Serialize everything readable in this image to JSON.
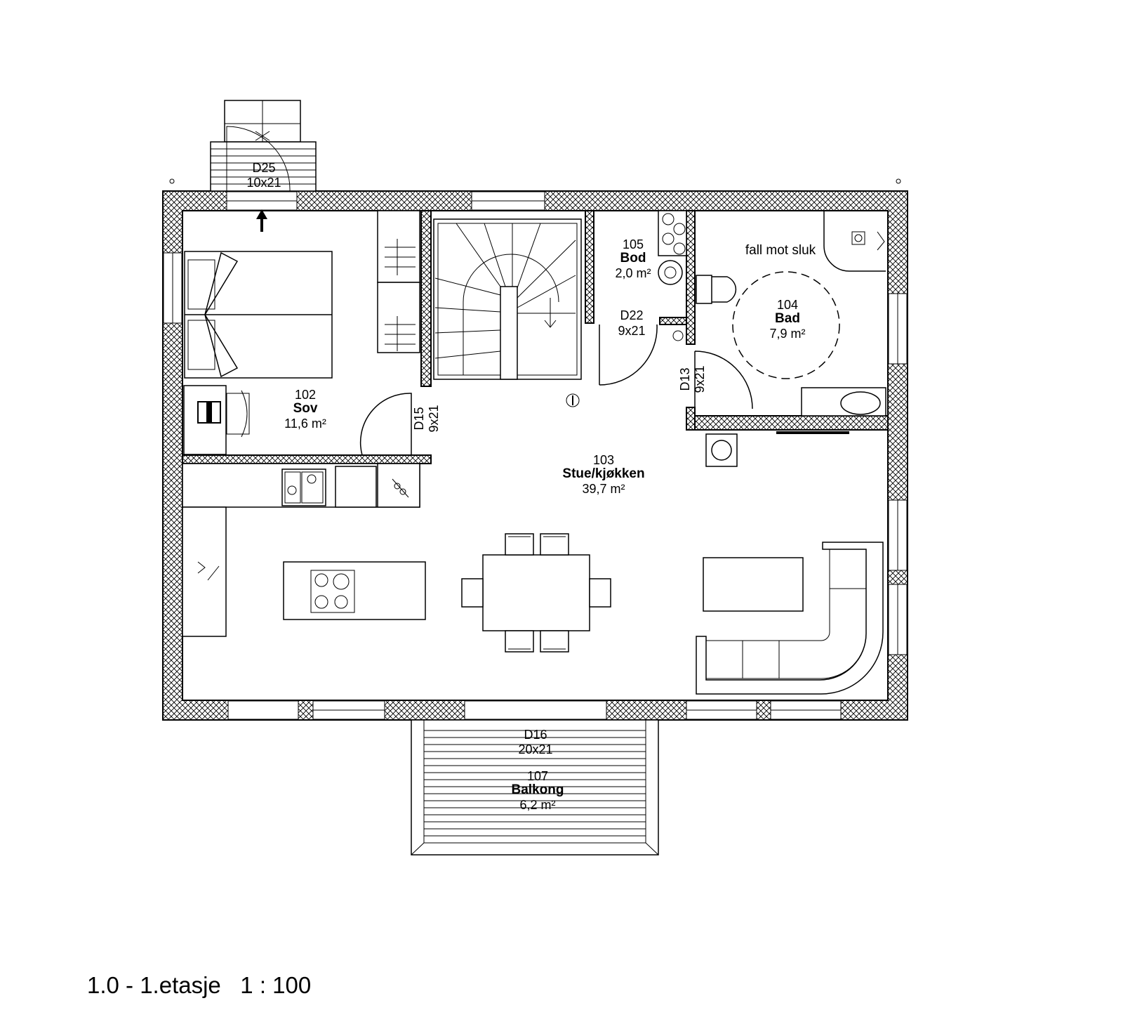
{
  "drawing": {
    "title": "1.0 - 1.etasje",
    "scale": "1 : 100"
  },
  "rooms": [
    {
      "id": "sov",
      "number": "102",
      "name": "Sov",
      "area": "11,6 m²"
    },
    {
      "id": "stue",
      "number": "103",
      "name": "Stue/kjøkken",
      "area": "39,7 m²"
    },
    {
      "id": "bad",
      "number": "104",
      "name": "Bad",
      "area": "7,9 m²"
    },
    {
      "id": "bod",
      "number": "105",
      "name": "Bod",
      "area": "2,0 m²"
    },
    {
      "id": "balkong",
      "number": "107",
      "name": "Balkong",
      "area": "6,2 m²"
    }
  ],
  "doors": [
    {
      "id": "D25",
      "label": "D25",
      "size": "10x21"
    },
    {
      "id": "D22",
      "label": "D22",
      "size": "9x21"
    },
    {
      "id": "D13",
      "label": "D13",
      "size": "9x21"
    },
    {
      "id": "D15",
      "label": "D15",
      "size": "9x21"
    },
    {
      "id": "D16",
      "label": "D16",
      "size": "20x21"
    }
  ],
  "notes": {
    "bath_floor": "fall mot sluk"
  }
}
